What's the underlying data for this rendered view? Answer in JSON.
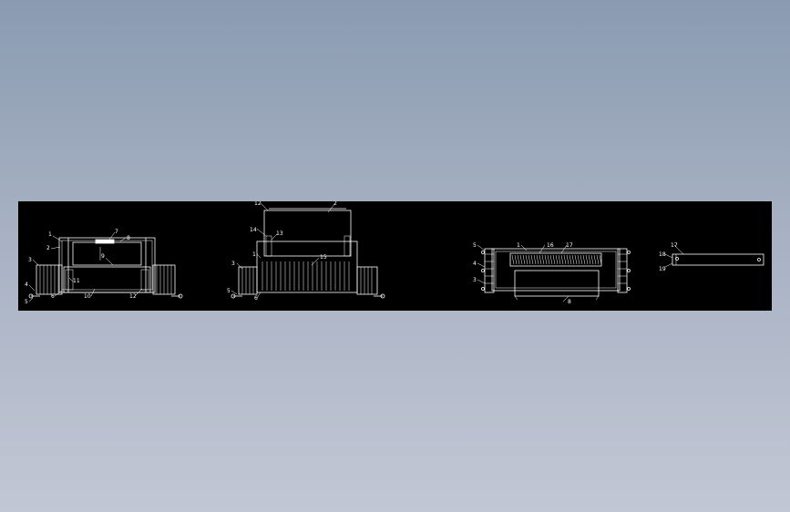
{
  "drawing": {
    "background": "#000000",
    "line_color": "#ffffff",
    "views": [
      {
        "id": "front",
        "labels": [
          "1",
          "2",
          "7",
          "8",
          "3",
          "9",
          "4",
          "6",
          "11",
          "10",
          "12",
          "5"
        ]
      },
      {
        "id": "side",
        "labels": [
          "12",
          "2",
          "14",
          "13",
          "1",
          "3",
          "15",
          "5",
          "6"
        ]
      },
      {
        "id": "top",
        "labels": [
          "5",
          "1",
          "16",
          "17",
          "4",
          "3",
          "8"
        ]
      },
      {
        "id": "detail",
        "labels": [
          "17",
          "18",
          "19"
        ]
      }
    ]
  }
}
